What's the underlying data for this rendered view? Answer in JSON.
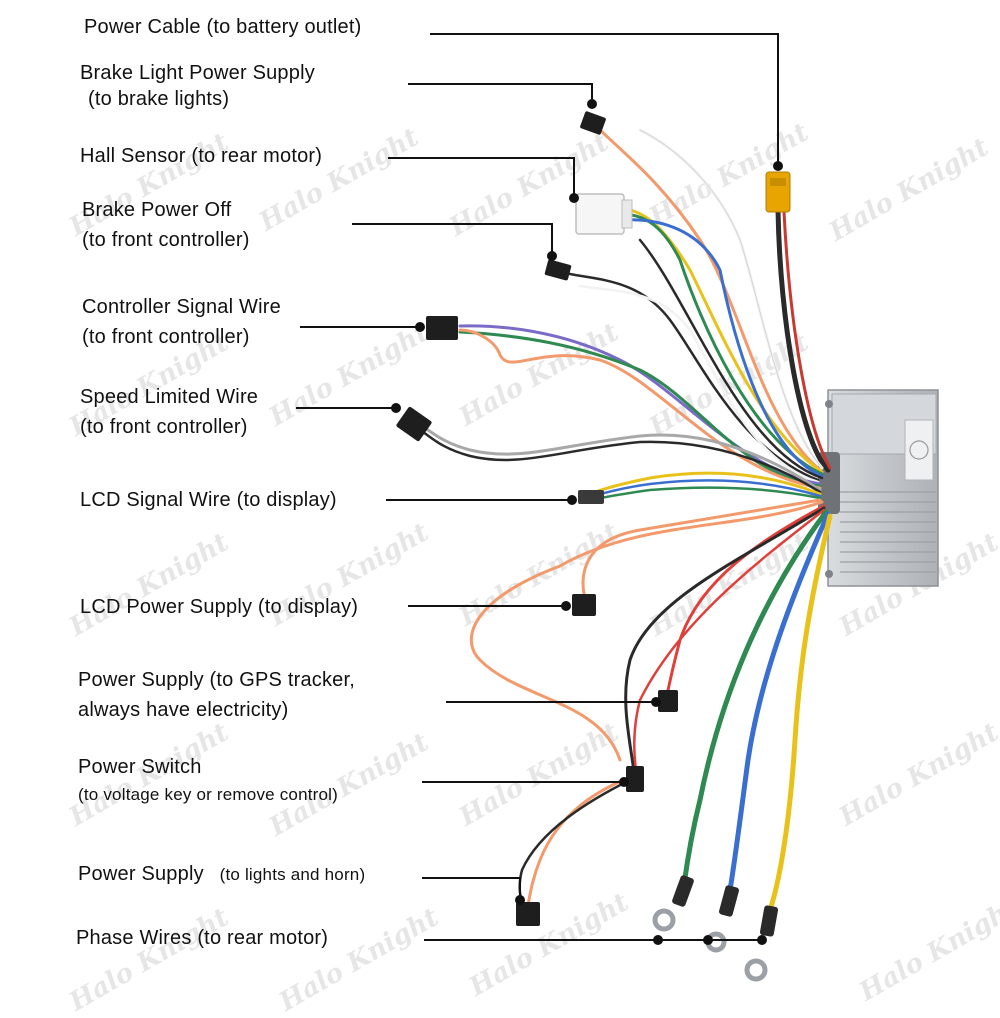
{
  "watermark": "Halo Knight",
  "labels": {
    "power_cable": "Power Cable (to battery outlet)",
    "brake_light_1": "Brake Light Power Supply",
    "brake_light_2": "(to brake lights)",
    "hall_sensor": "Hall Sensor (to rear motor)",
    "brake_off_1": "Brake Power Off",
    "brake_off_2": "(to front controller)",
    "ctrl_signal_1": "Controller Signal Wire",
    "ctrl_signal_2": "(to front controller)",
    "speed_limit_1": "Speed Limited Wire",
    "speed_limit_2": "(to front controller)",
    "lcd_signal": "LCD Signal Wire  (to display)",
    "lcd_power": "LCD Power Supply  (to display)",
    "gps_1": "Power Supply  (to GPS tracker,",
    "gps_2": "always have electricity)",
    "switch_1": "Power Switch",
    "switch_2": "(to voltage key or remove control)",
    "lights_horn_1": "Power Supply",
    "lights_horn_2": "(to lights and horn)",
    "phase_wires": "Phase Wires  (to rear motor)"
  },
  "colors": {
    "leader": "#111111",
    "controller_body": "#c9ccd0",
    "wire_orange": "#f29a6b",
    "wire_red": "#e0403a",
    "wire_yellow": "#e8c21a",
    "wire_green": "#2f8a52",
    "wire_blue": "#3a6fd0",
    "wire_black": "#2a2a2a",
    "wire_white": "#f2f2f2",
    "wire_purple": "#7b6bc9",
    "wire_grey": "#a8a8a8"
  }
}
